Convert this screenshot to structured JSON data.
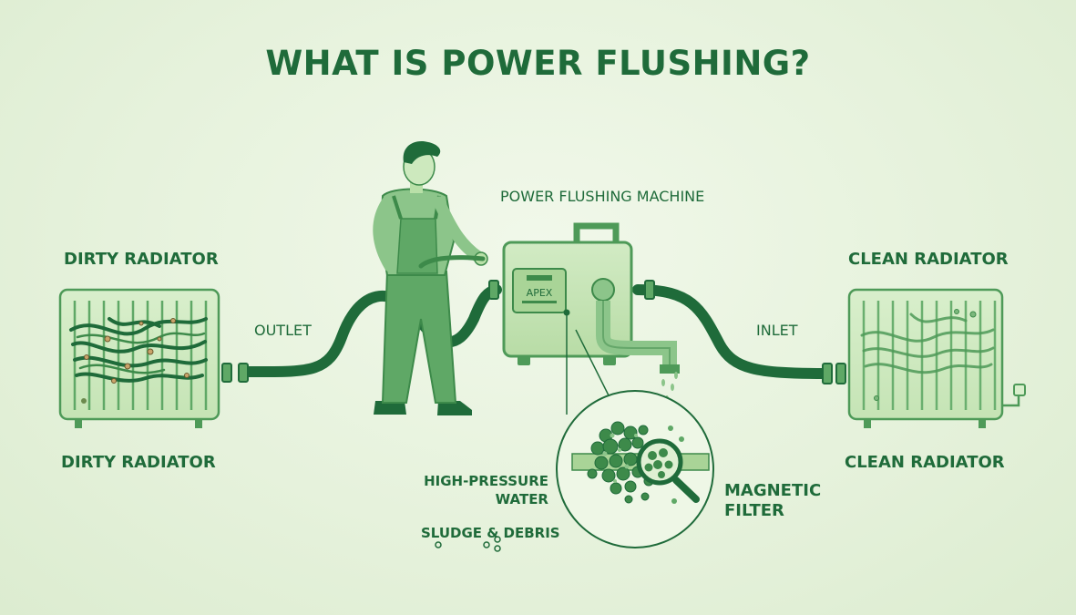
{
  "title": "WHAT IS POWER FLUSHING?",
  "labels": {
    "machine": "POWER FLUSHING MACHINE",
    "dirty_top": "DIRTY RADIATOR",
    "dirty_bottom": "DIRTY RADIATOR",
    "clean_top": "CLEAN RADIATOR",
    "clean_bottom": "CLEAN RADIATOR",
    "outlet": "OUTLET",
    "inlet": "INLET",
    "high_pressure_line1": "HIGH-PRESSURE",
    "high_pressure_line2": "WATER",
    "sludge": "SLUDGE & DEBRIS",
    "magnetic_line1": "MAGNETIC",
    "magnetic_line2": "FILTER",
    "brand": "APEX"
  },
  "colors": {
    "dark_green": "#1f6b3a",
    "mid_green": "#4e9a58",
    "light_green": "#b9dba8",
    "background": "#e6f2dc"
  },
  "icons": [
    "dirty-radiator-icon",
    "clean-radiator-icon",
    "technician-icon",
    "flushing-machine-icon",
    "magnifier-icon",
    "hose-icon"
  ]
}
